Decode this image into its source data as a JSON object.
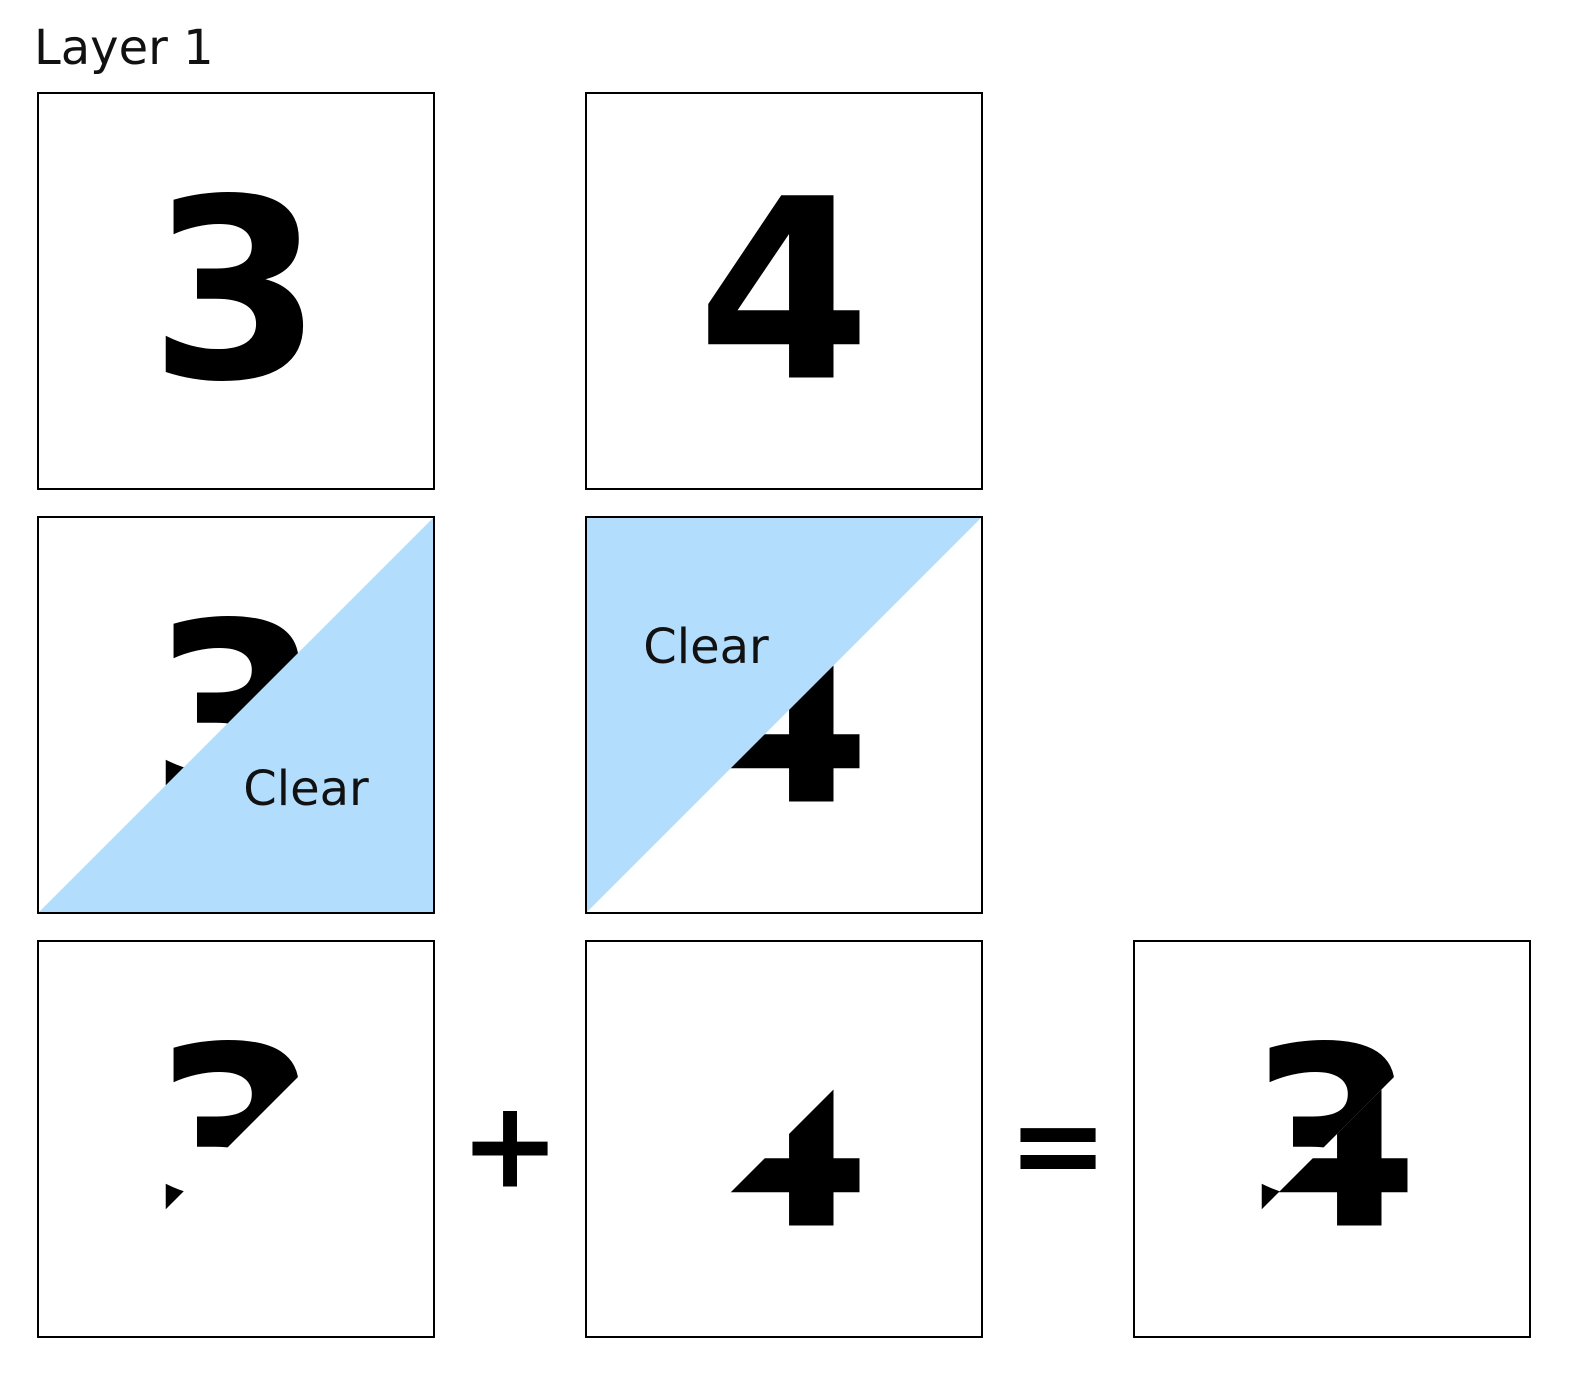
{
  "layer_title": "Layer 1",
  "colors": {
    "clear_fill": "#b3ddfc",
    "ink": "#000000",
    "frame": "#000000",
    "background": "#ffffff"
  },
  "rows": {
    "sources": {
      "left_digit": "3",
      "right_digit": "4"
    },
    "masks": {
      "left_digit": "3",
      "left_clear_label": "Clear",
      "right_digit": "4",
      "right_clear_label": "Clear"
    },
    "results": {
      "left_digit": "3",
      "plus": "+",
      "right_digit": "4",
      "equals": "=",
      "combined_digits": [
        "3",
        "4"
      ]
    }
  }
}
